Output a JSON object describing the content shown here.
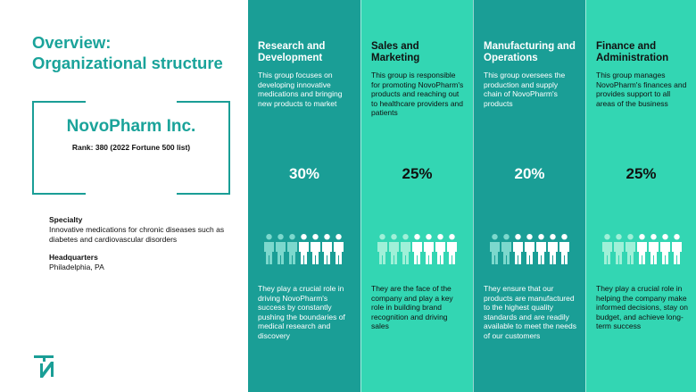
{
  "slide": {
    "title_line1": "Overview:",
    "title_line2": "Organizational structure"
  },
  "company": {
    "name": "NovoPharm Inc.",
    "rank": "Rank: 380 (2022 Fortune 500 list)"
  },
  "details": {
    "specialty_label": "Specialty",
    "specialty_value": "Innovative medications for chronic diseases such as diabetes and cardiovascular disorders",
    "hq_label": "Headquarters",
    "hq_value": "Philadelphia, PA"
  },
  "colors": {
    "teal_dark": "#1a9e96",
    "teal_light": "#33d6b3",
    "person_active": "#ffffff",
    "person_inactive_on_dark": "#7cd8cd",
    "person_inactive_on_light": "#9ff0d8"
  },
  "icons": [
    "people-icon",
    "brand-logo-icon"
  ],
  "groups": [
    {
      "title": "Research and Development",
      "description": "This group focuses on developing innovative medications and bringing new products to market",
      "percent": "30%",
      "highlighted_people": 4,
      "total_people": 7,
      "impact": "They play a crucial role in driving NovoPharm's success by constantly pushing the boundaries of medical research and discovery"
    },
    {
      "title": "Sales and Marketing",
      "description": "This group is responsible for promoting NovoPharm's products and reaching out to healthcare providers and patients",
      "percent": "25%",
      "highlighted_people": 4,
      "total_people": 7,
      "impact": "They are the face of the company and play a key role in building brand recognition and driving sales"
    },
    {
      "title": "Manufacturing and Operations",
      "description": "This group oversees the production and supply chain of NovoPharm's products",
      "percent": "20%",
      "highlighted_people": 5,
      "total_people": 7,
      "impact": "They ensure that our products are manufactured to the highest quality standards and are readily available to meet the needs of our customers"
    },
    {
      "title": "Finance and Administration",
      "description": "This group manages NovoPharm's finances and provides support to all areas of the business",
      "percent": "25%",
      "highlighted_people": 4,
      "total_people": 7,
      "impact": "They play a crucial role in helping the company make informed decisions, stay on budget, and achieve long-term success"
    }
  ]
}
